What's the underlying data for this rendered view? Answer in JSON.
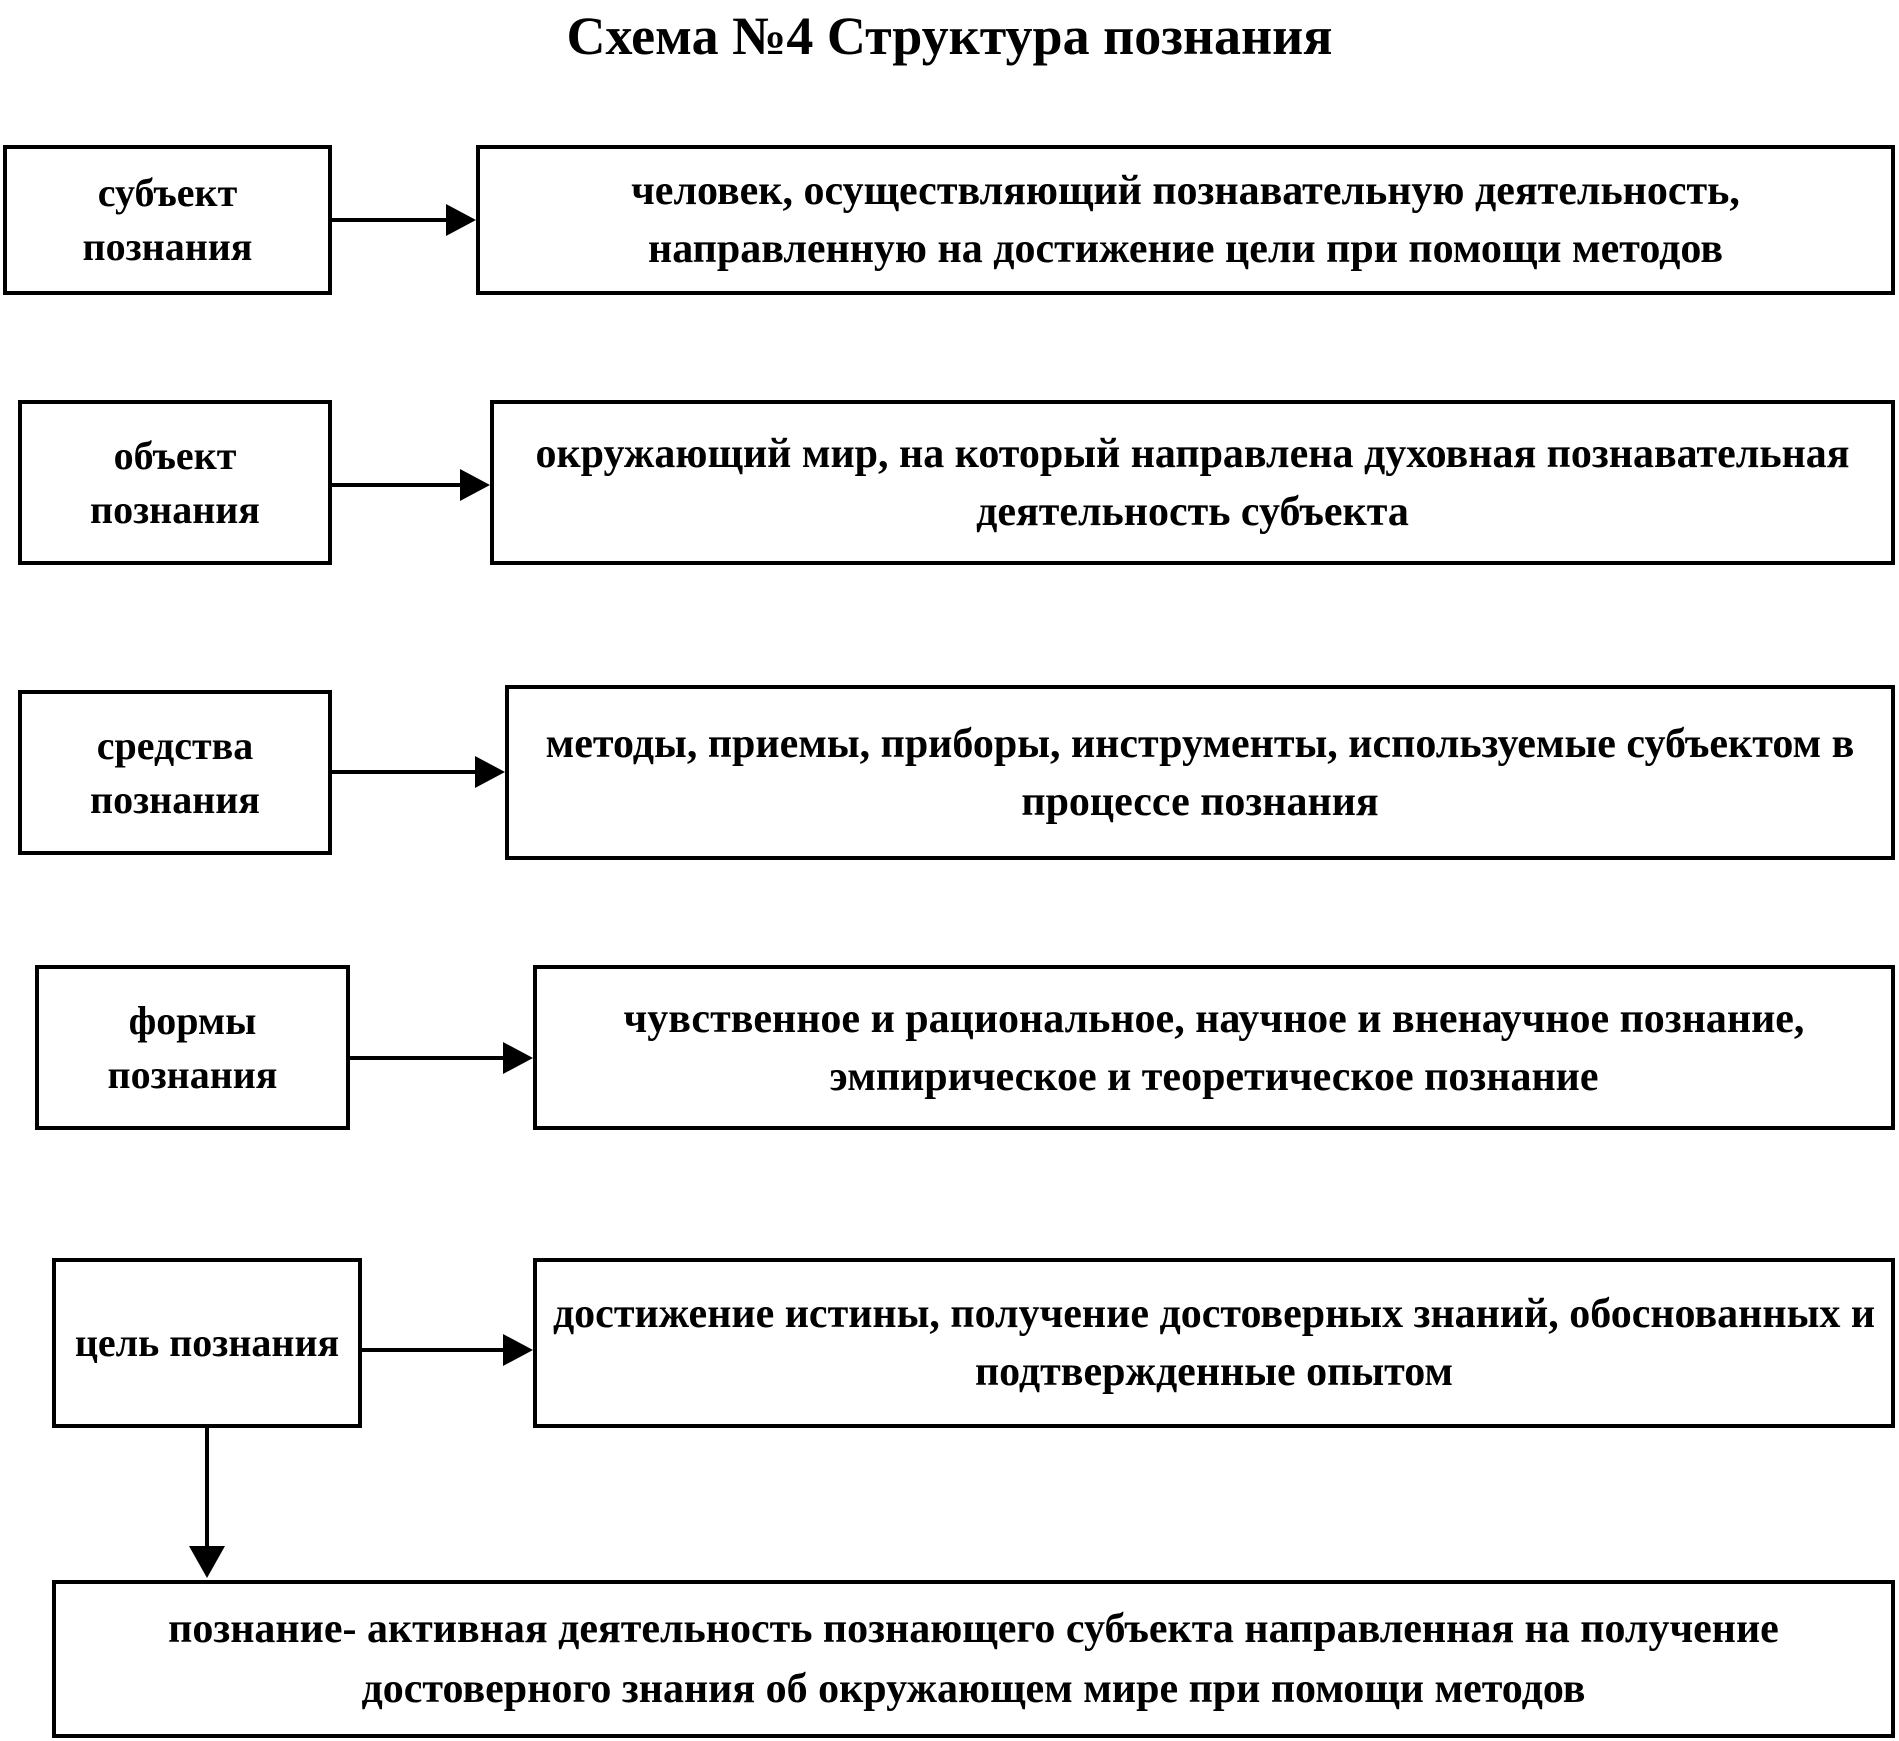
{
  "title": "Схема №4 Структура познания",
  "rows": [
    {
      "label": "субъект познания",
      "description": "человек, осуществляющий познавательную деятельность, направленную на достижение цели при помощи методов"
    },
    {
      "label": "объект познания",
      "description": "окружающий мир, на который направлена духовная познавательная деятельность субъекта"
    },
    {
      "label": "средства познания",
      "description": "методы, приемы, приборы, инструменты, используемые субъектом в процессе познания"
    },
    {
      "label": "формы познания",
      "description": "чувственное и рациональное, научное и вненаучное познание, эмпирическое и теоретическое познание"
    },
    {
      "label": "цель познания",
      "description": "достижение истины, получение достоверных знаний, обоснованных и подтвержденные опытом"
    }
  ],
  "conclusion": "познание- активная  деятельность познающего субъекта направленная на получение достоверного знания об окружающем мире при помощи методов",
  "colors": {
    "background": "#ffffff",
    "stroke": "#000000",
    "text": "#000000"
  }
}
